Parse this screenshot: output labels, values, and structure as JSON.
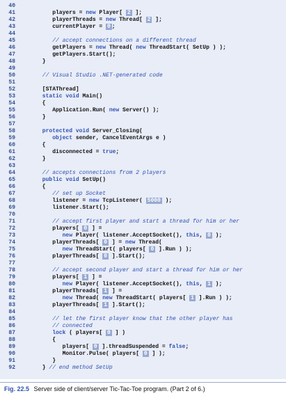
{
  "code_lines": [
    {
      "n": "40",
      "seg": []
    },
    {
      "n": "41",
      "seg": [
        [
          "t",
          "         players = "
        ],
        [
          "k",
          "new"
        ],
        [
          "t",
          " Player[ "
        ],
        [
          "n",
          "2"
        ],
        [
          "t",
          " ];"
        ]
      ]
    },
    {
      "n": "42",
      "seg": [
        [
          "t",
          "         playerThreads = "
        ],
        [
          "k",
          "new"
        ],
        [
          "t",
          " Thread[ "
        ],
        [
          "n",
          "2"
        ],
        [
          "t",
          " ];"
        ]
      ]
    },
    {
      "n": "43",
      "seg": [
        [
          "t",
          "         currentPlayer = "
        ],
        [
          "n",
          "0"
        ],
        [
          "t",
          ";"
        ]
      ]
    },
    {
      "n": "44",
      "seg": []
    },
    {
      "n": "45",
      "seg": [
        [
          "c",
          "         // accept connections on a different thread"
        ]
      ]
    },
    {
      "n": "46",
      "seg": [
        [
          "t",
          "         getPlayers = "
        ],
        [
          "k",
          "new"
        ],
        [
          "t",
          " Thread( "
        ],
        [
          "k",
          "new"
        ],
        [
          "t",
          " ThreadStart( SetUp ) );"
        ]
      ]
    },
    {
      "n": "47",
      "seg": [
        [
          "t",
          "         getPlayers.Start();"
        ]
      ]
    },
    {
      "n": "48",
      "seg": [
        [
          "t",
          "      }"
        ]
      ]
    },
    {
      "n": "49",
      "seg": []
    },
    {
      "n": "50",
      "seg": [
        [
          "c",
          "      // Visual Studio .NET-generated code"
        ]
      ]
    },
    {
      "n": "51",
      "seg": []
    },
    {
      "n": "52",
      "seg": [
        [
          "t",
          "      [STAThread]"
        ]
      ]
    },
    {
      "n": "53",
      "seg": [
        [
          "k",
          "      static void"
        ],
        [
          "t",
          " Main()"
        ]
      ]
    },
    {
      "n": "54",
      "seg": [
        [
          "t",
          "      {"
        ]
      ]
    },
    {
      "n": "55",
      "seg": [
        [
          "t",
          "         Application.Run( "
        ],
        [
          "k",
          "new"
        ],
        [
          "t",
          " Server() );"
        ]
      ]
    },
    {
      "n": "56",
      "seg": [
        [
          "t",
          "      }"
        ]
      ]
    },
    {
      "n": "57",
      "seg": []
    },
    {
      "n": "58",
      "seg": [
        [
          "k",
          "      protected void"
        ],
        [
          "t",
          " Server_Closing("
        ]
      ]
    },
    {
      "n": "59",
      "seg": [
        [
          "k",
          "         object"
        ],
        [
          "t",
          " sender, CancelEventArgs e )"
        ]
      ]
    },
    {
      "n": "60",
      "seg": [
        [
          "t",
          "      {"
        ]
      ]
    },
    {
      "n": "61",
      "seg": [
        [
          "t",
          "         disconnected = "
        ],
        [
          "k",
          "true"
        ],
        [
          "t",
          ";"
        ]
      ]
    },
    {
      "n": "62",
      "seg": [
        [
          "t",
          "      }"
        ]
      ]
    },
    {
      "n": "63",
      "seg": []
    },
    {
      "n": "64",
      "seg": [
        [
          "c",
          "      // accepts connections from 2 players"
        ]
      ]
    },
    {
      "n": "65",
      "seg": [
        [
          "k",
          "      public void"
        ],
        [
          "t",
          " SetUp()"
        ]
      ]
    },
    {
      "n": "66",
      "seg": [
        [
          "t",
          "      {"
        ]
      ]
    },
    {
      "n": "67",
      "seg": [
        [
          "c",
          "         // set up Socket"
        ]
      ]
    },
    {
      "n": "68",
      "seg": [
        [
          "t",
          "         listener = "
        ],
        [
          "k",
          "new"
        ],
        [
          "t",
          " TcpListener( "
        ],
        [
          "n",
          "5000"
        ],
        [
          "t",
          " );"
        ]
      ]
    },
    {
      "n": "69",
      "seg": [
        [
          "t",
          "         listener.Start();"
        ]
      ]
    },
    {
      "n": "70",
      "seg": []
    },
    {
      "n": "71",
      "seg": [
        [
          "c",
          "         // accept first player and start a thread for him or her"
        ]
      ]
    },
    {
      "n": "72",
      "seg": [
        [
          "t",
          "         players[ "
        ],
        [
          "n",
          "0"
        ],
        [
          "t",
          " ] ="
        ]
      ]
    },
    {
      "n": "73",
      "seg": [
        [
          "t",
          "            "
        ],
        [
          "k",
          "new"
        ],
        [
          "t",
          " Player( listener.AcceptSocket(), "
        ],
        [
          "k",
          "this"
        ],
        [
          "t",
          ", "
        ],
        [
          "n",
          "0"
        ],
        [
          "t",
          " );"
        ]
      ]
    },
    {
      "n": "74",
      "seg": [
        [
          "t",
          "         playerThreads[ "
        ],
        [
          "n",
          "0"
        ],
        [
          "t",
          " ] = "
        ],
        [
          "k",
          "new"
        ],
        [
          "t",
          " Thread("
        ]
      ]
    },
    {
      "n": "75",
      "seg": [
        [
          "t",
          "            "
        ],
        [
          "k",
          "new"
        ],
        [
          "t",
          " ThreadStart( players[ "
        ],
        [
          "n",
          "0"
        ],
        [
          "t",
          " ].Run ) );"
        ]
      ]
    },
    {
      "n": "76",
      "seg": [
        [
          "t",
          "         playerThreads[ "
        ],
        [
          "n",
          "0"
        ],
        [
          "t",
          " ].Start();"
        ]
      ]
    },
    {
      "n": "77",
      "seg": []
    },
    {
      "n": "78",
      "seg": [
        [
          "c",
          "         // accept second player and start a thread for him or her"
        ]
      ]
    },
    {
      "n": "79",
      "seg": [
        [
          "t",
          "         players[ "
        ],
        [
          "n",
          "1"
        ],
        [
          "t",
          " ] ="
        ]
      ]
    },
    {
      "n": "80",
      "seg": [
        [
          "t",
          "            "
        ],
        [
          "k",
          "new"
        ],
        [
          "t",
          " Player( listener.AcceptSocket(), "
        ],
        [
          "k",
          "this"
        ],
        [
          "t",
          ", "
        ],
        [
          "n",
          "1"
        ],
        [
          "t",
          " );"
        ]
      ]
    },
    {
      "n": "81",
      "seg": [
        [
          "t",
          "         playerThreads[ "
        ],
        [
          "n",
          "1"
        ],
        [
          "t",
          " ] ="
        ]
      ]
    },
    {
      "n": "82",
      "seg": [
        [
          "t",
          "            "
        ],
        [
          "k",
          "new"
        ],
        [
          "t",
          " Thread( "
        ],
        [
          "k",
          "new"
        ],
        [
          "t",
          " ThreadStart( players[ "
        ],
        [
          "n",
          "1"
        ],
        [
          "t",
          " ].Run ) );"
        ]
      ]
    },
    {
      "n": "83",
      "seg": [
        [
          "t",
          "         playerThreads[ "
        ],
        [
          "n",
          "1"
        ],
        [
          "t",
          " ].Start();"
        ]
      ]
    },
    {
      "n": "84",
      "seg": []
    },
    {
      "n": "85",
      "seg": [
        [
          "c",
          "         // let the first player know that the other player has"
        ]
      ]
    },
    {
      "n": "86",
      "seg": [
        [
          "c",
          "         // connected"
        ]
      ]
    },
    {
      "n": "87",
      "seg": [
        [
          "k",
          "         lock"
        ],
        [
          "t",
          " ( players[ "
        ],
        [
          "n",
          "0"
        ],
        [
          "t",
          " ] )"
        ]
      ]
    },
    {
      "n": "88",
      "seg": [
        [
          "t",
          "         {"
        ]
      ]
    },
    {
      "n": "89",
      "seg": [
        [
          "t",
          "            players[ "
        ],
        [
          "n",
          "0"
        ],
        [
          "t",
          " ].threadSuspended = "
        ],
        [
          "k",
          "false"
        ],
        [
          "t",
          ";"
        ]
      ]
    },
    {
      "n": "90",
      "seg": [
        [
          "t",
          "            Monitor.Pulse( players[ "
        ],
        [
          "n",
          "0"
        ],
        [
          "t",
          " ] );"
        ]
      ]
    },
    {
      "n": "91",
      "seg": [
        [
          "t",
          "         }"
        ]
      ]
    },
    {
      "n": "92",
      "seg": [
        [
          "t",
          "      } "
        ],
        [
          "c",
          "// end method SetUp"
        ]
      ]
    }
  ],
  "caption": {
    "label": "Fig. 22.5",
    "text": "Server side of client/server Tic-Tac-Toe program. (Part 2 of 6.)"
  },
  "colors": {
    "panel_bg": "#e9edf7",
    "keyword": "#2f52b3",
    "line_number": "#2f4f8f",
    "number_highlight_bg": "#98a9d1"
  }
}
